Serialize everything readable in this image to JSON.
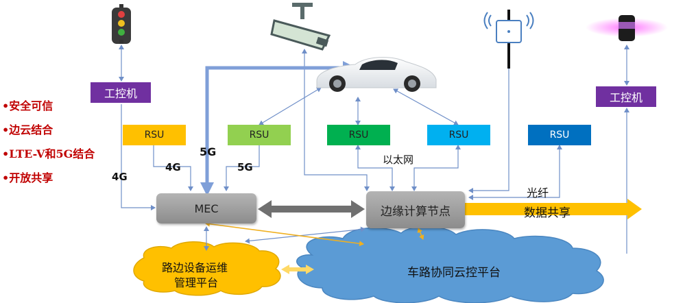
{
  "features": [
    "•安全可信",
    "•边云结合",
    "•LTE-V和5G结合",
    "•开放共享"
  ],
  "ipc": {
    "left": "工控机",
    "right": "工控机"
  },
  "rsu": [
    "RSU",
    "RSU",
    "RSU",
    "RSU",
    "RSU"
  ],
  "mec": "MEC",
  "edge_node": "边缘计算节点",
  "ethernet": "以太网",
  "fiber": "光纤",
  "data_share": "数据共享",
  "links": {
    "l4g_left": "4G",
    "l4g_mid": "4G",
    "l5g_big": "5G",
    "l5g_mid": "5G"
  },
  "cloud_small": {
    "line1": "路边设备运维",
    "line2": "管理平台"
  },
  "cloud_big": "车路协同云控平台",
  "colors": {
    "ipc": "#7030a0",
    "rsu_yellow": "#ffc000",
    "rsu_lightgreen": "#92d050",
    "rsu_green": "#00b050",
    "rsu_cyan": "#00b0f0",
    "rsu_blue": "#0070c0",
    "feature_text": "#c00000",
    "cloud_blue": "#5b9bd5",
    "cloud_yellow": "#ffc000"
  }
}
